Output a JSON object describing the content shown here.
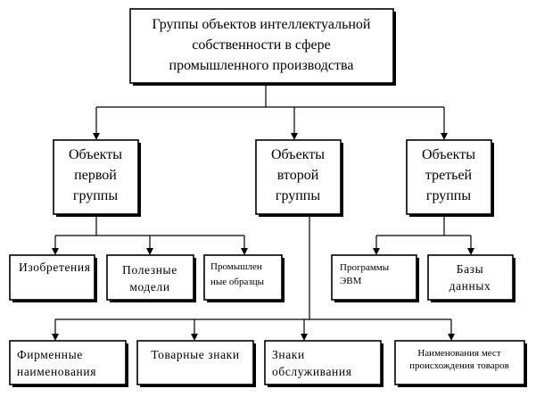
{
  "root": {
    "lines": [
      "Группы объектов интеллектуальной",
      "собственности в сфере",
      "промышленного производства"
    ]
  },
  "groups": {
    "first": {
      "lines": [
        "Объекты",
        "первой",
        "группы"
      ]
    },
    "second": {
      "lines": [
        "Объекты",
        "второй",
        "группы"
      ]
    },
    "third": {
      "lines": [
        "Объекты",
        "третьей",
        "группы"
      ]
    }
  },
  "first_children": {
    "inventions": {
      "lines": [
        "Изобретения"
      ]
    },
    "utility": {
      "lines": [
        "Полезные",
        "модели"
      ]
    },
    "industrial": {
      "lines": [
        "Промышлен",
        "ные образцы"
      ]
    }
  },
  "third_children": {
    "programs": {
      "lines": [
        "Программы",
        "ЭВМ"
      ]
    },
    "databases": {
      "lines": [
        "Базы",
        "данных"
      ]
    }
  },
  "second_children": {
    "firm_names": {
      "lines": [
        "Фирменные",
        "наименования"
      ]
    },
    "trademarks": {
      "lines": [
        "Товарные знаки"
      ]
    },
    "service_marks": {
      "lines": [
        "Знаки",
        "обслуживания"
      ]
    },
    "origin_names": {
      "lines": [
        "Наименования мест",
        "происхождения товаров"
      ]
    }
  }
}
